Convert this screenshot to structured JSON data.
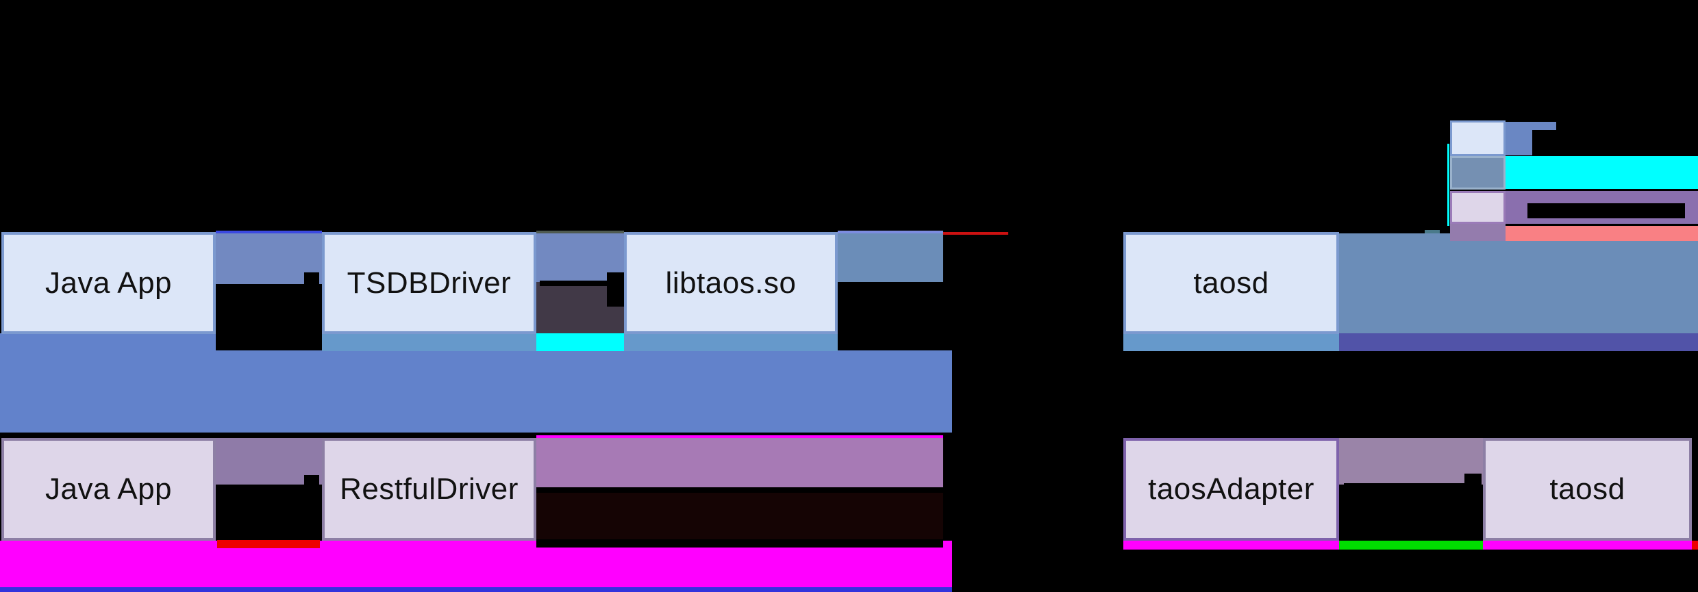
{
  "diagram": {
    "jni_path": {
      "java_app_label": "Java App",
      "tsdb_driver_label": "TSDBDriver",
      "libtaos_label": "libtaos.so",
      "taosd_label": "taosd"
    },
    "restful_path": {
      "java_app_label": "Java App",
      "restful_driver_label": "RestfulDriver",
      "taos_adapter_label": "taosAdapter",
      "taosd_label": "taosd"
    }
  },
  "colors": {
    "background": "#000000",
    "box-blue-fill": "#dce6f8",
    "box-blue-border": "#7b99cf",
    "box-lavender-fill": "#ded6e9",
    "box-lavender-border": "#8d7fa5",
    "adapter-border": "#7e62ab",
    "slate-connector": "#7289c1",
    "steel-band": "#6b8db8",
    "steel-strip": "#6699cb",
    "royal-band": "#6282cb",
    "indigo-strip": "#5153a8",
    "cyan": "#00ffff",
    "dark-plum": "#413947",
    "purple-band": "#a77ab5",
    "purple-gray": "#8f7ba8",
    "purple-gray-right": "#9a84a8",
    "maroon-band": "#150404",
    "magenta": "#ff00ff",
    "red": "#ee0000",
    "red-line": "#cc1111",
    "green": "#00dd00",
    "salmon": "#f98084",
    "legend-purple": "#8a6fae",
    "legend-slate": "#6a87c3",
    "legend-swatch-steel": "#7590b2",
    "legend-swatch-steel-border": "#9ab2cc",
    "legend-swatch-lavender-border": "#9a7bb8",
    "legend-swatch-purple": "#947cad",
    "bottom-blue-line": "#3333dd",
    "top-line-indigo": "#3b49e0",
    "top-line-periwinkle": "#7c8ce0",
    "top-line-olive": "#4f5a50",
    "teal-dash": "#4a7a8a",
    "arrow-black": "#000000"
  }
}
